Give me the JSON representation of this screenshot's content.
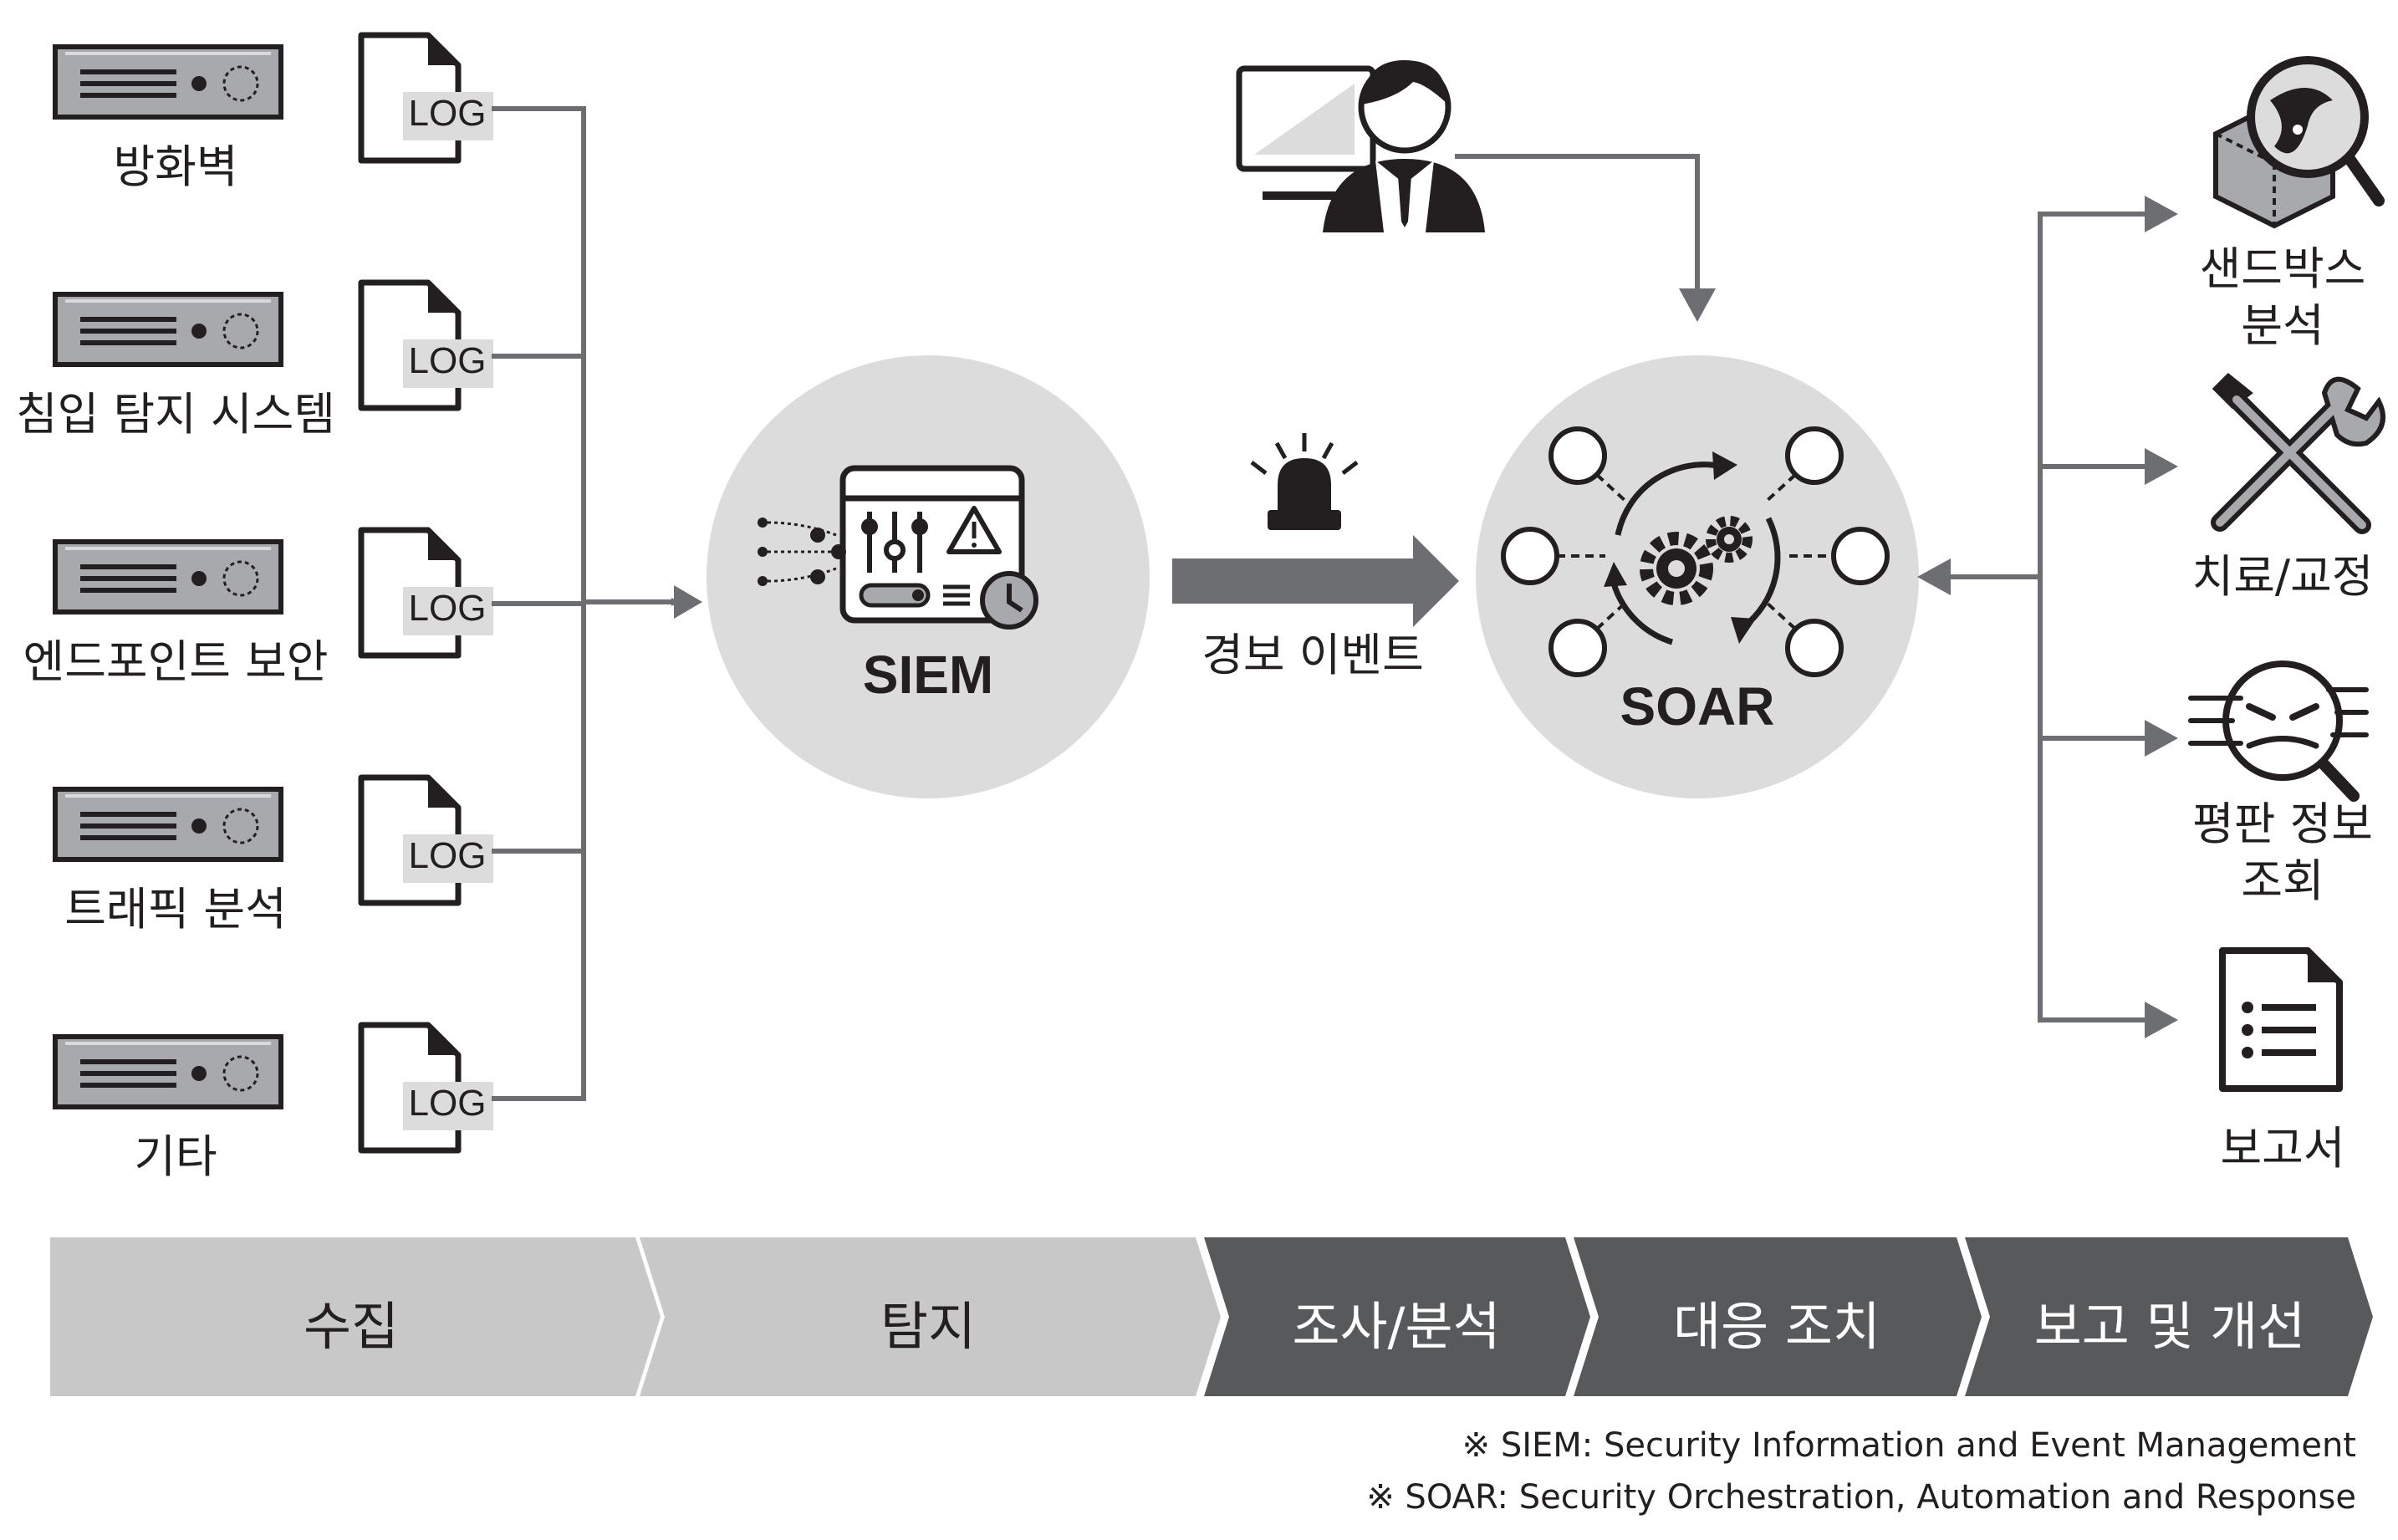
{
  "sources": [
    {
      "label": "방화벽",
      "log": "LOG"
    },
    {
      "label": "침입 탐지 시스템",
      "log": "LOG"
    },
    {
      "label": "엔드포인트 보안",
      "log": "LOG"
    },
    {
      "label": "트래픽 분석",
      "log": "LOG"
    },
    {
      "label": "기타",
      "log": "LOG"
    }
  ],
  "siem": {
    "label": "SIEM"
  },
  "alert": {
    "label": "경보 이벤트"
  },
  "soar": {
    "label": "SOAR"
  },
  "outputs": [
    {
      "label": "샌드박스\n분석",
      "icon": "sandbox-analysis-icon"
    },
    {
      "label": "치료/교정",
      "icon": "tools-icon"
    },
    {
      "label": "평판 정보\n조회",
      "icon": "reputation-lookup-icon"
    },
    {
      "label": "보고서",
      "icon": "report-document-icon"
    }
  ],
  "stages": [
    {
      "label": "수집",
      "style": "light"
    },
    {
      "label": "탐지",
      "style": "light"
    },
    {
      "label": "조사/분석",
      "style": "dark"
    },
    {
      "label": "대응 조치",
      "style": "dark"
    },
    {
      "label": "보고 및 개선",
      "style": "dark"
    }
  ],
  "notes": [
    "※ SIEM: Security Information and Event Management",
    "※ SOAR: Security Orchestration, Automation and Response"
  ],
  "colors": {
    "ink": "#231f20",
    "line": "#6d6e71",
    "circle": "#dcdcdc",
    "server": "#a7a9ac",
    "stage_light": "#c8c8c8",
    "stage_dark": "#58595b"
  }
}
